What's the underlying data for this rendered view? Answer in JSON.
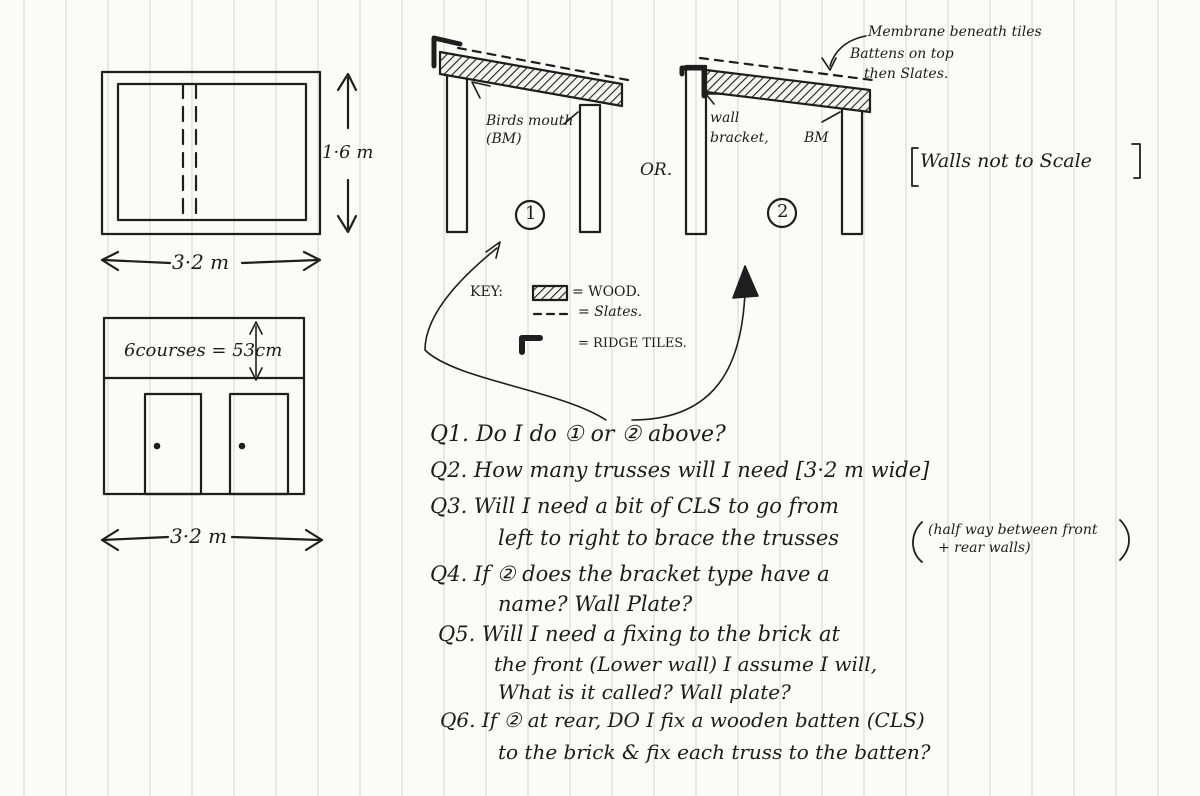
{
  "plan": {
    "height_label": "1·6 m",
    "width_label": "3·2 m"
  },
  "elevation": {
    "courses_label": "6courses = 53cm",
    "width_label": "3·2 m"
  },
  "option1": {
    "birdsmouth_label": "Birds mouth (BM)",
    "number": "1"
  },
  "or_label": "OR.",
  "option2": {
    "bracket_label_line1": "wall",
    "bracket_label_line2": "bracket,",
    "bm_label": "BM",
    "number": "2"
  },
  "membrane_note": {
    "line1": "Membrane beneath tiles",
    "line2": "Battens on top",
    "line3": "then Slates."
  },
  "scale_note": "Walls not to Scale",
  "key": {
    "title": "KEY:",
    "wood": "= WOOD.",
    "slates": "= Slates.",
    "ridge": "= RIDGE TILES."
  },
  "questions": {
    "q1": "Q1. Do I do ① or ② above?",
    "q2": "Q2. How many trusses will I need [3·2 m wide]",
    "q3_line1": "Q3. Will I need a bit of CLS to go from",
    "q3_line2": "left to right to brace the trusses",
    "q3_aside1": "(half way between front",
    "q3_aside2": "+ rear walls)",
    "q4_line1": "Q4. If ② does the bracket type have a",
    "q4_line2": "name? Wall Plate?",
    "q5_line1": "Q5. Will I need a fixing to the brick at",
    "q5_line2": "the front (Lower wall) I assume I will,",
    "q5_line3": "What is it called? Wall plate?",
    "q6_line1": "Q6. If ② at rear, DO I fix a wooden batten (CLS)",
    "q6_line2": "to the brick & fix each truss to the batten?"
  }
}
